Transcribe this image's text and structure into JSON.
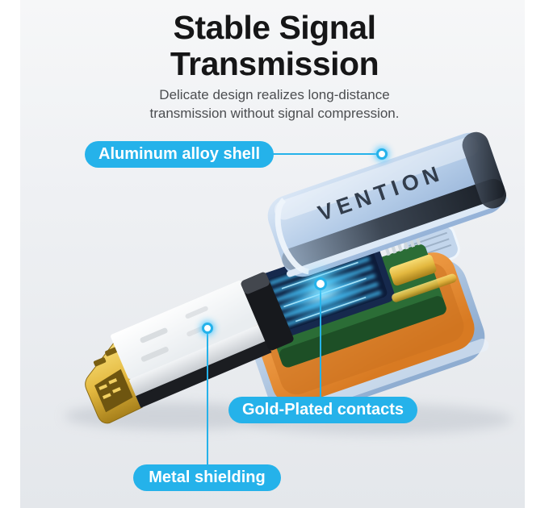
{
  "header": {
    "title_lines": [
      "Stable Signal",
      "Transmission"
    ],
    "subtitle_lines": [
      "Delicate design realizes long-distance",
      "transmission without signal compression."
    ]
  },
  "product": {
    "brand": "VENTION"
  },
  "callouts": [
    {
      "label": "Aluminum alloy shell"
    },
    {
      "label": "Gold-Plated contacts"
    },
    {
      "label": "Metal shielding"
    }
  ],
  "colors": {
    "accent_blue": "#25b2ea",
    "title_black": "#161617",
    "subtitle_gray": "#4b4d50",
    "shell_blue": "#b3cbe7",
    "lining_orange": "#ef9a41",
    "pcb_green": "#2b6d36",
    "socket_navy": "#16294d",
    "glow_cyan": "#46c6ff",
    "contact_gold": "#e3b83f"
  }
}
